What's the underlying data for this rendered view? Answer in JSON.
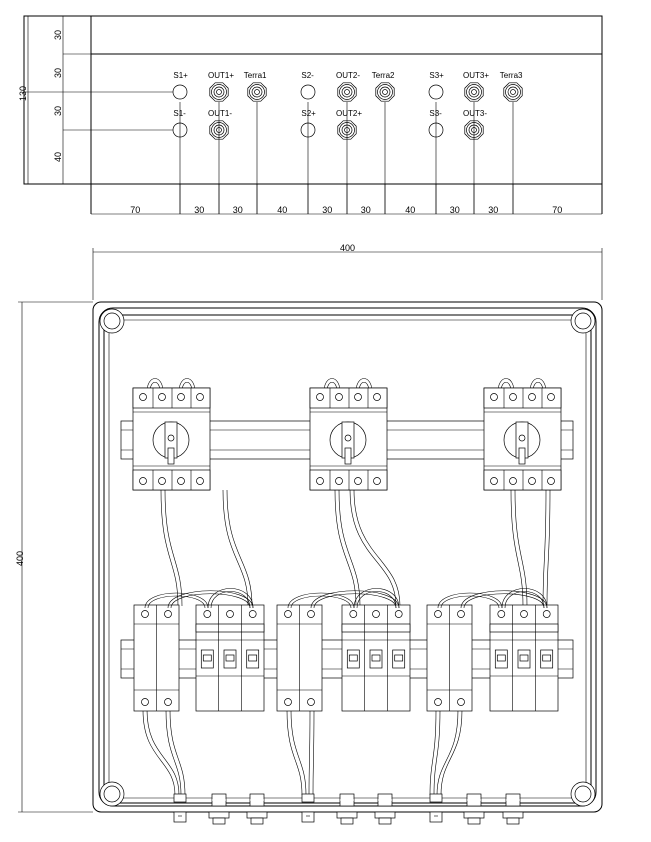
{
  "front_panel": {
    "height_label": "130",
    "row_labels": [
      "30",
      "30",
      "30",
      "40"
    ],
    "column_labels": [
      "70",
      "30",
      "30",
      "40",
      "30",
      "30",
      "40",
      "30",
      "30",
      "70"
    ],
    "top_row": [
      {
        "label": "S1+",
        "kind": "hole"
      },
      {
        "label": "OUT1+",
        "kind": "gland"
      },
      {
        "label": "Terra1",
        "kind": "gland"
      },
      {
        "label": "S2-",
        "kind": "hole"
      },
      {
        "label": "OUT2-",
        "kind": "gland"
      },
      {
        "label": "Terra2",
        "kind": "gland"
      },
      {
        "label": "S3+",
        "kind": "hole"
      },
      {
        "label": "OUT3+",
        "kind": "gland"
      },
      {
        "label": "Terra3",
        "kind": "gland"
      }
    ],
    "bottom_row": [
      {
        "label": "S1-",
        "kind": "hole"
      },
      {
        "label": "OUT1-",
        "kind": "gland"
      },
      {
        "label": "S2+",
        "kind": "hole"
      },
      {
        "label": "OUT2+",
        "kind": "gland"
      },
      {
        "label": "S3-",
        "kind": "hole"
      },
      {
        "label": "OUT3-",
        "kind": "gland"
      }
    ]
  },
  "enclosure": {
    "width_label": "400",
    "height_label": "400",
    "isolator_switches": 3,
    "breaker_groups": 3
  }
}
